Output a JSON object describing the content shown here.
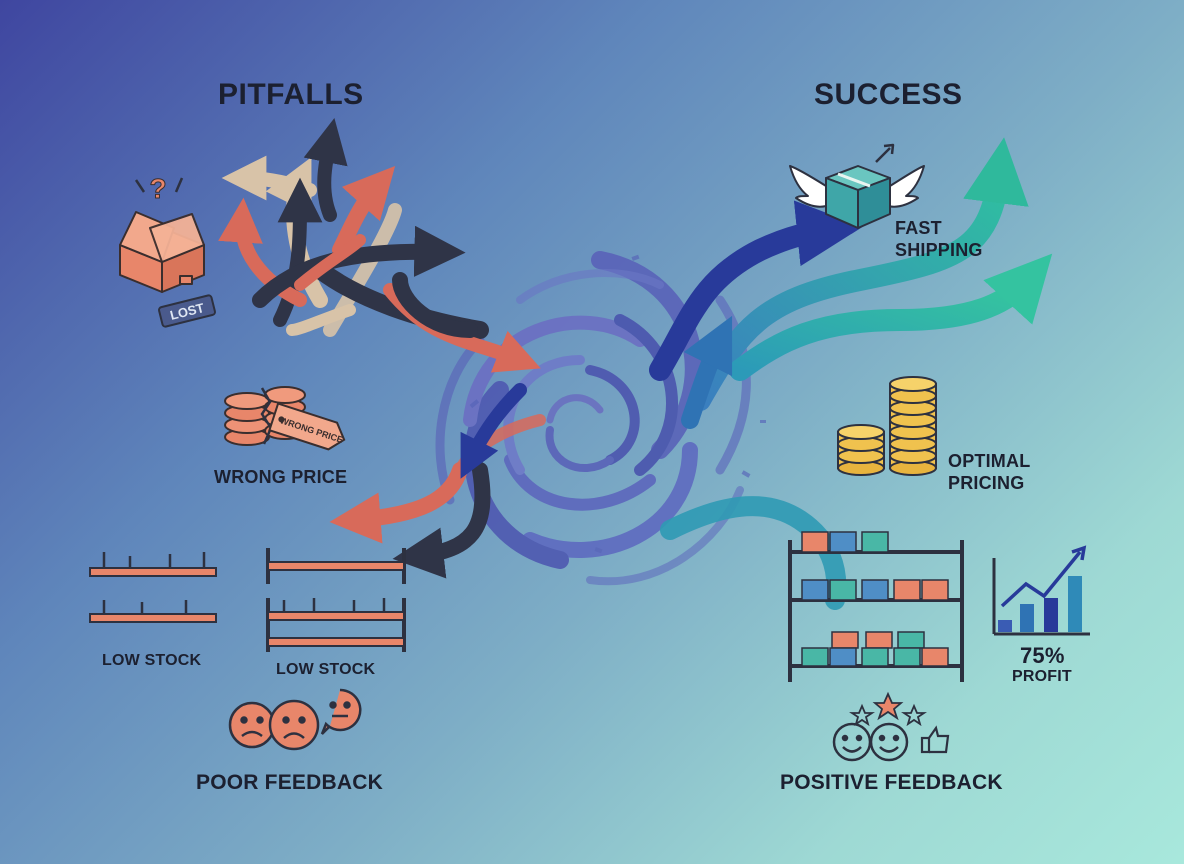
{
  "titles": {
    "left": "PITFALLS",
    "right": "SUCCESS"
  },
  "pitfalls": {
    "lost_tag": "LOST",
    "wrong_price": "WRONG PRICE",
    "price_tag": "WRONG PRICE",
    "low_stock_1": "LOW STOCK",
    "low_stock_2": "LOW STOCK",
    "poor_feedback": "POOR FEEDBACK"
  },
  "success": {
    "fast_shipping_line1": "FAST",
    "fast_shipping_line2": "SHIPPING",
    "optimal_pricing_line1": "OPTIMAL",
    "optimal_pricing_line2": "PRICING",
    "profit_value": "75%",
    "profit_label": "PROFIT",
    "positive_feedback": "POSITIVE FEEDBACK"
  },
  "colors": {
    "pitfall_dark": "#2f3447",
    "pitfall_red": "#d86a5a",
    "pitfall_beige": "#d8c3a8",
    "vortex": "#5a63b8",
    "success_navy": "#283a9a",
    "success_blue": "#2f73b4",
    "success_teal": "#2fb99c",
    "icon_salmon": "#e8866a",
    "coin_gold": "#f0c24e"
  }
}
